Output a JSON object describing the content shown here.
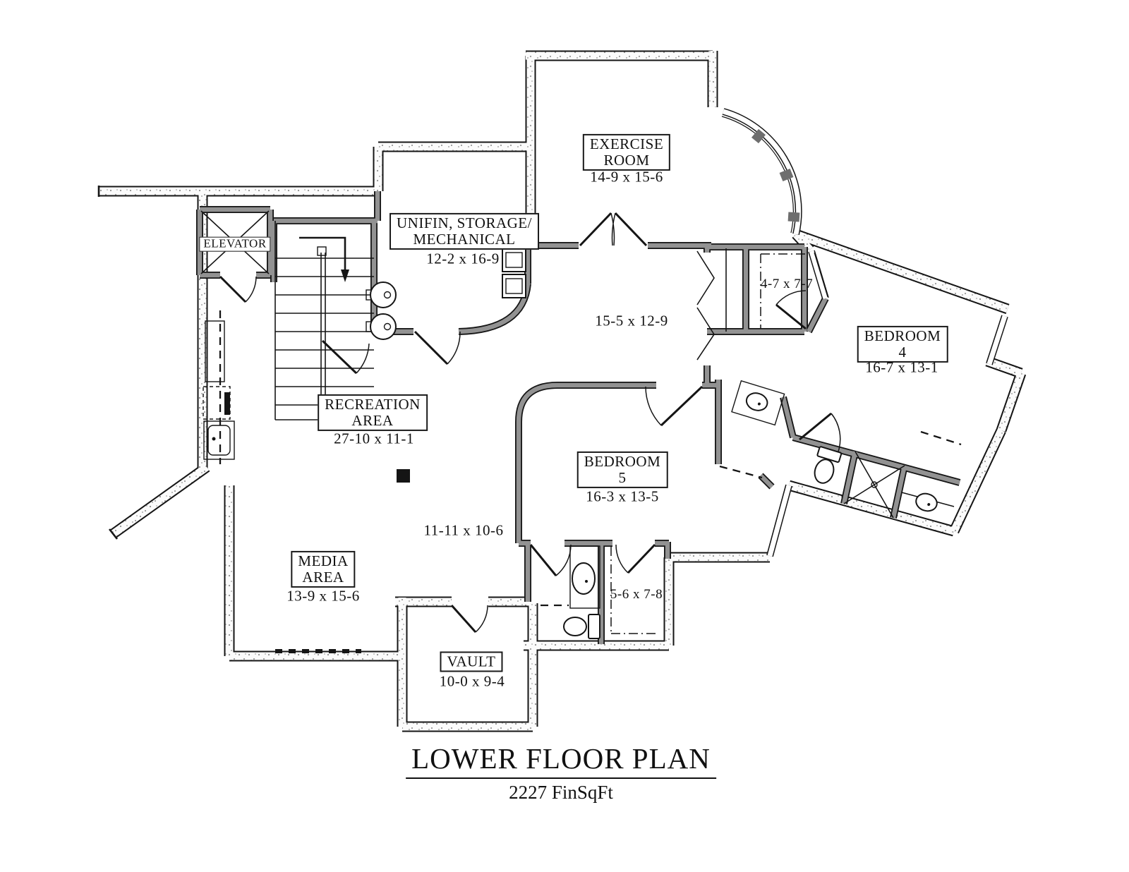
{
  "plan": {
    "title": "LOWER FLOOR PLAN",
    "subtitle": "2227 FinSqFt"
  },
  "rooms": {
    "elevator": {
      "name": "ELEVATOR"
    },
    "exercise": {
      "line1": "EXERCISE",
      "line2": "ROOM",
      "dims": "14-9 x 15-6"
    },
    "storage": {
      "line1": "UNIFIN, STORAGE/",
      "line2": "MECHANICAL",
      "dims": "12-2 x 16-9"
    },
    "recreation": {
      "line1": "RECREATION",
      "line2": "AREA",
      "dims": "27-10 x 11-1"
    },
    "bedroom4": {
      "line1": "BEDROOM",
      "line2": "4",
      "dims": "16-7 x 13-1"
    },
    "bedroom5": {
      "line1": "BEDROOM",
      "line2": "5",
      "dims": "16-3 x 13-5"
    },
    "media": {
      "line1": "MEDIA",
      "line2": "AREA",
      "dims": "13-9 x 15-6"
    },
    "vault": {
      "name": "VAULT",
      "dims": "10-0 x 9-4"
    }
  },
  "open_areas": {
    "hall": "15-5 x 12-9",
    "closet_bed4": "4-7 x 7-7",
    "rec_nook": "11-11 x 10-6",
    "closet_bed5": "5-6 x 7-8"
  },
  "colors": {
    "wall_gray": "#929292",
    "line_black": "#151515",
    "paper": "#ffffff"
  }
}
